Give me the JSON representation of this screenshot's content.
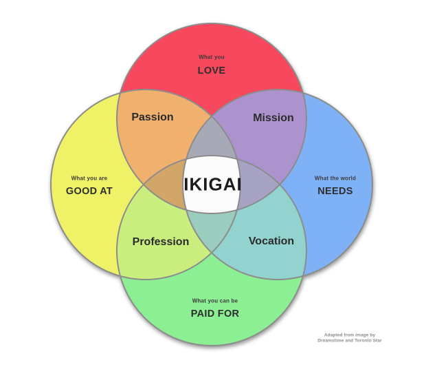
{
  "diagram": {
    "center_label": "IKIGAI",
    "stroke_color": "#8C8C8C",
    "circles": [
      {
        "id": "love",
        "prefix": "What you",
        "label": "LOVE",
        "color": "#F8485E"
      },
      {
        "id": "good-at",
        "prefix": "What you are",
        "label": "GOOD AT",
        "color": "#EFF266"
      },
      {
        "id": "needs",
        "prefix": "What the world",
        "label": "NEEDS",
        "color": "#7EB1F6"
      },
      {
        "id": "paid-for",
        "prefix": "What you can be",
        "label": "PAID FOR",
        "color": "#8CEF94"
      }
    ],
    "overlaps": [
      {
        "id": "passion",
        "label": "Passion",
        "color": "#F0B06E",
        "between": "LOVE + GOOD AT"
      },
      {
        "id": "mission",
        "label": "Mission",
        "color": "#AD93CE",
        "between": "LOVE + NEEDS"
      },
      {
        "id": "profession",
        "label": "Profession",
        "color": "#C9EE7D",
        "between": "GOOD AT + PAID FOR"
      },
      {
        "id": "vocation",
        "label": "Vocation",
        "color": "#92D2CF",
        "between": "NEEDS + PAID FOR"
      }
    ],
    "blend_colors": {
      "top": "#A8A9B6",
      "left": "#D2A569",
      "right": "#A7A3C4",
      "bottom": "#9BCDBF",
      "center": "#FBFBFB"
    },
    "attribution": {
      "line1": "Adapted from image by",
      "line2": "Dreamstime and Toronto Star"
    }
  }
}
